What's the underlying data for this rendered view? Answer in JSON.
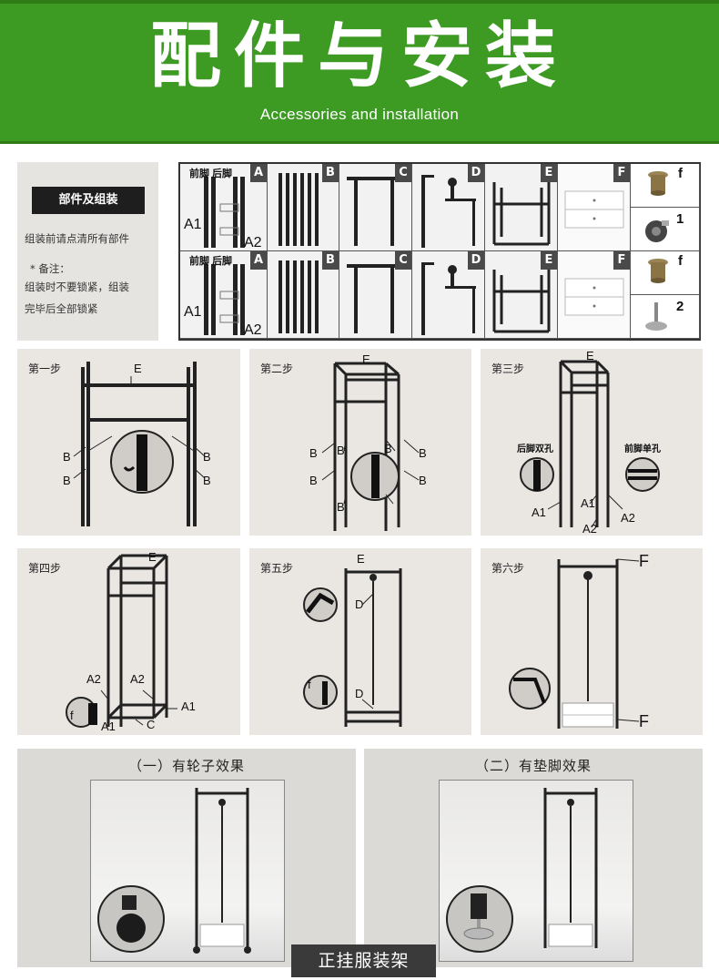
{
  "header": {
    "title": "配件与安装",
    "subtitle": "Accessories and installation"
  },
  "parts_note": {
    "button": "部件及组装",
    "line1": "组装前请点清所有部件",
    "line2": "* 备注：",
    "line3": "组装时不要锁紧，组装",
    "line4": "完毕后全部锁紧"
  },
  "parts_grid": {
    "a_header": "前脚 后脚",
    "letters": [
      "A",
      "B",
      "C",
      "D",
      "E",
      "F"
    ],
    "a1": "A1",
    "a2": "A2",
    "hardware": {
      "f": "f",
      "wheel": "1",
      "foot": "2"
    }
  },
  "steps": [
    {
      "title": "第一步",
      "labels": [
        "E",
        "B",
        "B",
        "B",
        "B"
      ]
    },
    {
      "title": "第二步",
      "labels": [
        "E",
        "B",
        "B",
        "B",
        "B",
        "B",
        "B",
        "B"
      ]
    },
    {
      "title": "第三步",
      "labels": [
        "E",
        "后脚双孔",
        "前脚单孔",
        "A1",
        "A1",
        "A2",
        "A2"
      ]
    },
    {
      "title": "第四步",
      "labels": [
        "E",
        "A2",
        "A2",
        "A1",
        "A1",
        "C",
        "f"
      ]
    },
    {
      "title": "第五步",
      "labels": [
        "E",
        "D",
        "D",
        "f"
      ]
    },
    {
      "title": "第六步",
      "labels": [
        "F",
        "F"
      ]
    }
  ],
  "effects": [
    {
      "title": "（一）有轮子效果"
    },
    {
      "title": "（二）有垫脚效果"
    }
  ],
  "product_name": "正挂服装架"
}
